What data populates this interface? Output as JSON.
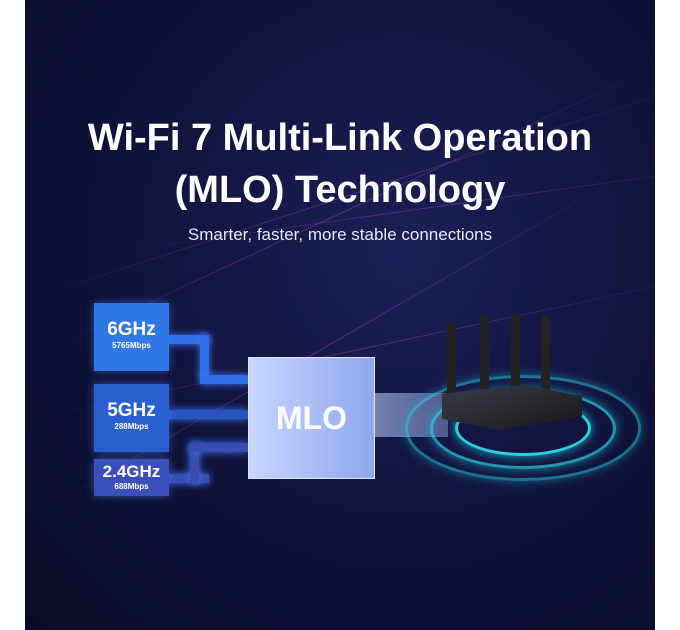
{
  "title_line1": "Wi-Fi 7 Multi-Link Operation",
  "title_line2": "(MLO) Technology",
  "subtitle": "Smarter, faster, more stable connections",
  "bands": [
    {
      "freq": "6GHz",
      "rate": "5765Mbps",
      "color": "#2f78e6"
    },
    {
      "freq": "5GHz",
      "rate": "288Mbps",
      "color": "#2a5fcf"
    },
    {
      "freq": "2.4GHz",
      "rate": "688Mbps",
      "color": "#3b4fb8"
    }
  ],
  "mlo_label": "MLO"
}
